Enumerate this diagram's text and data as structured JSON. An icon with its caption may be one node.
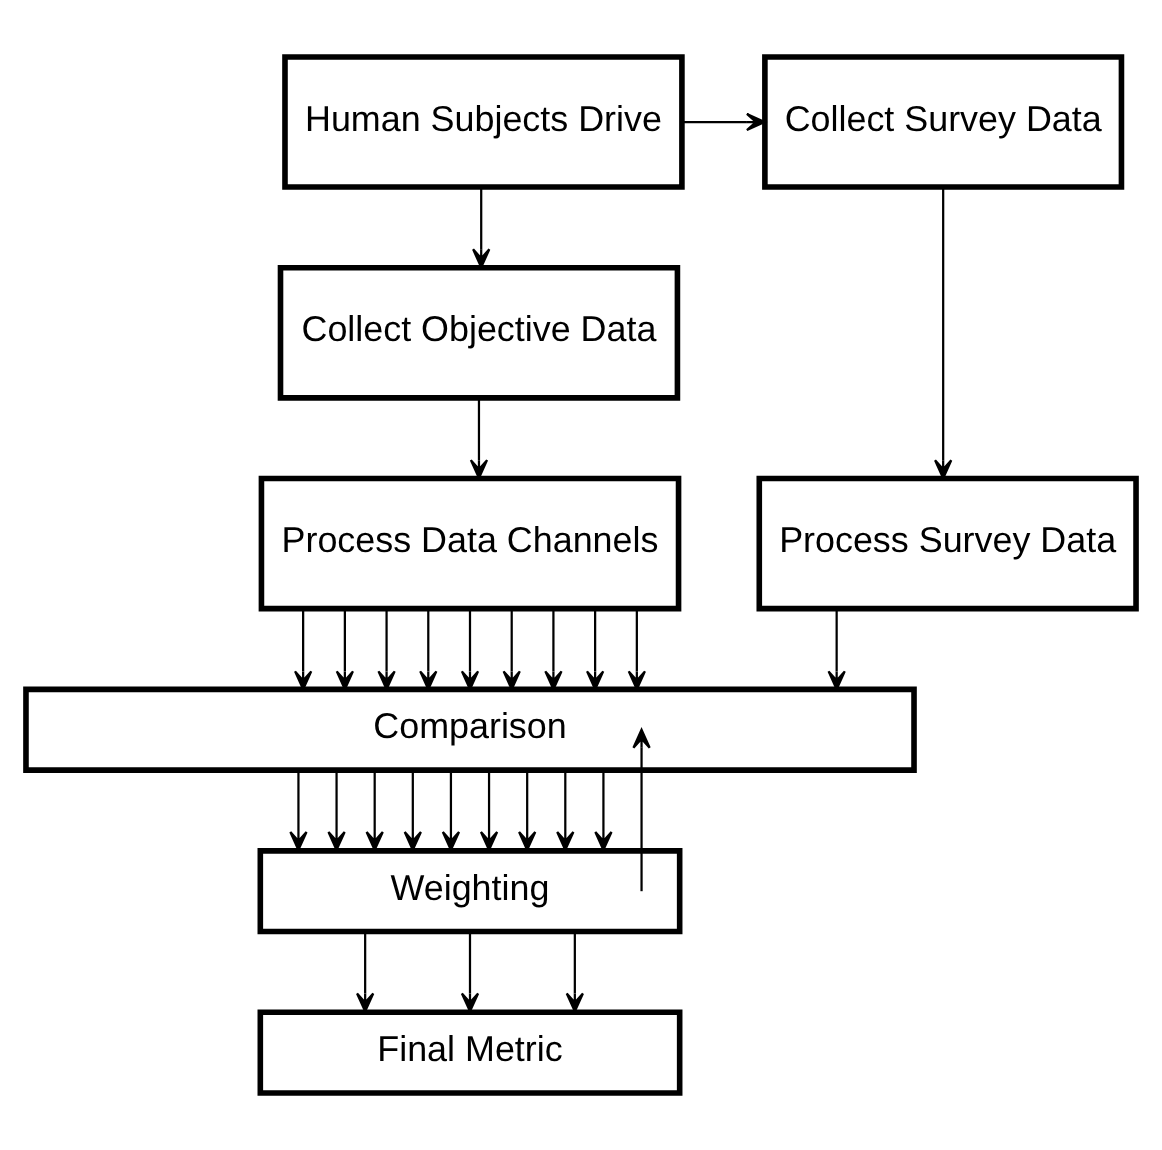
{
  "diagram": {
    "nodes": [
      {
        "text": [
          "Human Subjects Drive"
        ]
      },
      {
        "text": [
          "Collect Survey Data"
        ]
      },
      {
        "text": [
          "Collect Objective Data"
        ]
      },
      {
        "text": [
          "Process Data Channels"
        ]
      },
      {
        "text": [
          "Process Survey Data"
        ]
      },
      {
        "text": [
          "Comparison"
        ]
      },
      {
        "text": [
          "Weighting"
        ]
      },
      {
        "text": [
          "Final Metric"
        ]
      }
    ],
    "edges": [
      {
        "from": 0,
        "to": 1,
        "arrow": "to"
      },
      {
        "from": 0,
        "to": 2,
        "arrow": "to"
      },
      {
        "from": 1,
        "to": 4,
        "arrow": "to"
      },
      {
        "from": 2,
        "to": 3,
        "arrow": "to"
      },
      {
        "from": 3,
        "to": 5,
        "arrow": "to"
      },
      {
        "from": 3,
        "to": 5,
        "arrow": "to"
      },
      {
        "from": 3,
        "to": 5,
        "arrow": "to"
      },
      {
        "from": 3,
        "to": 5,
        "arrow": "to"
      },
      {
        "from": 3,
        "to": 5,
        "arrow": "to"
      },
      {
        "from": 3,
        "to": 5,
        "arrow": "to"
      },
      {
        "from": 3,
        "to": 5,
        "arrow": "to"
      },
      {
        "from": 3,
        "to": 5,
        "arrow": "to"
      },
      {
        "from": 3,
        "to": 5,
        "arrow": "to"
      },
      {
        "from": 4,
        "to": 5,
        "arrow": "to"
      },
      {
        "from": 5,
        "to": 6,
        "arrow": "to"
      },
      {
        "from": 5,
        "to": 6,
        "arrow": "to"
      },
      {
        "from": 5,
        "to": 6,
        "arrow": "to"
      },
      {
        "from": 5,
        "to": 6,
        "arrow": "to"
      },
      {
        "from": 5,
        "to": 6,
        "arrow": "to"
      },
      {
        "from": 5,
        "to": 6,
        "arrow": "to"
      },
      {
        "from": 5,
        "to": 6,
        "arrow": "to"
      },
      {
        "from": 5,
        "to": 6,
        "arrow": "to"
      },
      {
        "from": 5,
        "to": 6,
        "arrow": "to"
      },
      {
        "from": 6,
        "to": 5,
        "arrow": "to"
      },
      {
        "from": 6,
        "to": 7,
        "arrow": "to"
      },
      {
        "from": 6,
        "to": 7,
        "arrow": "to"
      },
      {
        "from": 6,
        "to": 7,
        "arrow": "to"
      }
    ]
  }
}
